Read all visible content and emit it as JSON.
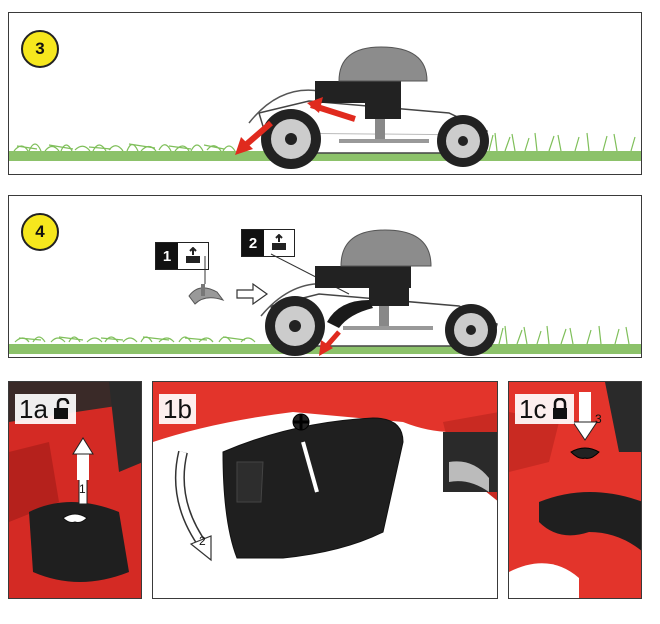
{
  "panels": {
    "step3": {
      "badge": "3"
    },
    "step4": {
      "badge": "4",
      "callout1": "1",
      "callout2": "2"
    },
    "photo_1a": {
      "label": "1a",
      "arrow_number": "1"
    },
    "photo_1b": {
      "label": "1b",
      "arrow_number": "2"
    },
    "photo_1c": {
      "label": "1c",
      "arrow_number": "3"
    }
  },
  "colors": {
    "badge_yellow": "#f6e71d",
    "mower_red": "#e3342b",
    "arrow_red": "#e02a1e",
    "grass_green": "#8cc26a",
    "hood_gray": "#8c8c8c"
  },
  "icons": [
    "unlocked-padlock-icon",
    "locked-padlock-icon",
    "mulching-plug-icon",
    "knob-icon"
  ]
}
